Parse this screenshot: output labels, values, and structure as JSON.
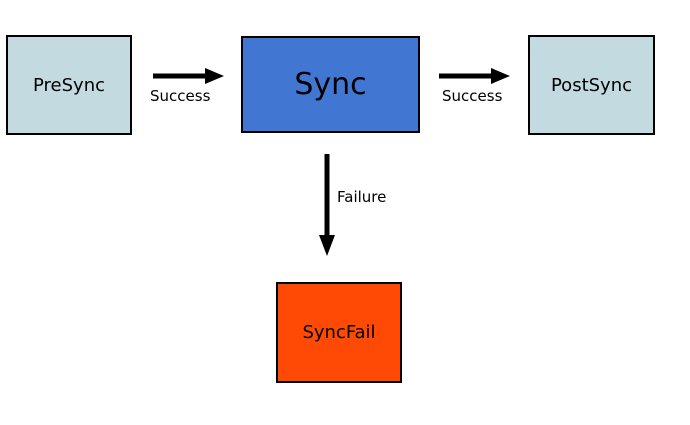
{
  "nodes": {
    "presync": {
      "label": "PreSync",
      "color": "#c2dae0"
    },
    "sync": {
      "label": "Sync",
      "color": "#4177d2"
    },
    "postsync": {
      "label": "PostSync",
      "color": "#c2dae0"
    },
    "syncfail": {
      "label": "SyncFail",
      "color": "#ff4a05"
    }
  },
  "edges": [
    {
      "from": "PreSync",
      "to": "Sync",
      "label": "Success"
    },
    {
      "from": "Sync",
      "to": "PostSync",
      "label": "Success"
    },
    {
      "from": "Sync",
      "to": "SyncFail",
      "label": "Failure"
    }
  ]
}
